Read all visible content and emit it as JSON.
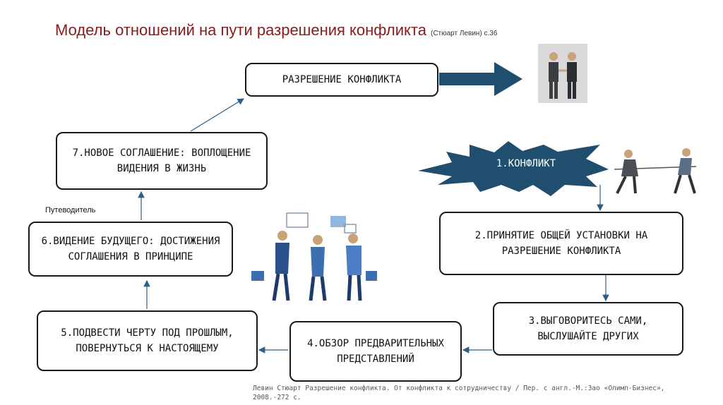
{
  "title": {
    "main": "Модель отношений на пути разрешения конфликта",
    "source": "(Стюарт Левин) с.36"
  },
  "boxes": {
    "resolution": "РАЗРЕШЕНИЕ КОНФЛИКТА",
    "step1": "1.КОНФЛИКТ",
    "step2": "2.ПРИНЯТИЕ ОБЩЕЙ УСТАНОВКИ НА РАЗРЕШЕНИЕ  КОНФЛИКТА",
    "step3": "3.ВЫГОВОРИТЕСЬ САМИ, ВЫСЛУШАЙТЕ ДРУГИХ",
    "step4": "4.ОБЗОР ПРЕДВАРИТЕЛЬНЫХ ПРЕДСТАВЛЕНИЙ",
    "step5": "5.ПОДВЕСТИ ЧЕРТУ ПОД ПРОШЛЫМ, ПОВЕРНУТЬСЯ К НАСТОЯЩЕМУ",
    "step6": "6.ВИДЕНИЕ БУДУЩЕГО: ДОСТИЖЕНИЯ СОГЛАШЕНИЯ В ПРИНЦИПЕ",
    "step7": "7.НОВОЕ СОГЛАШЕНИЕ: ВОПЛОЩЕНИЕ ВИДЕНИЯ В ЖИЗНЬ"
  },
  "guide_label": "Путеводитель",
  "reference": "Левин Стюарт Разрешение конфликта. От конфликта к сотрудничеству / Пер. с англ.-М.:Зао «Олимп-Бизнес», 2008.-272 с.",
  "colors": {
    "title": "#8b1a1a",
    "arrow": "#2e5f86",
    "big_arrow": "#1f4e6e",
    "burst": "#1f4e6e"
  },
  "icons": {
    "handshake": "handshake-illustration",
    "tug_of_war": "tug-of-war-illustration",
    "discussion": "business-discussion-illustration"
  }
}
